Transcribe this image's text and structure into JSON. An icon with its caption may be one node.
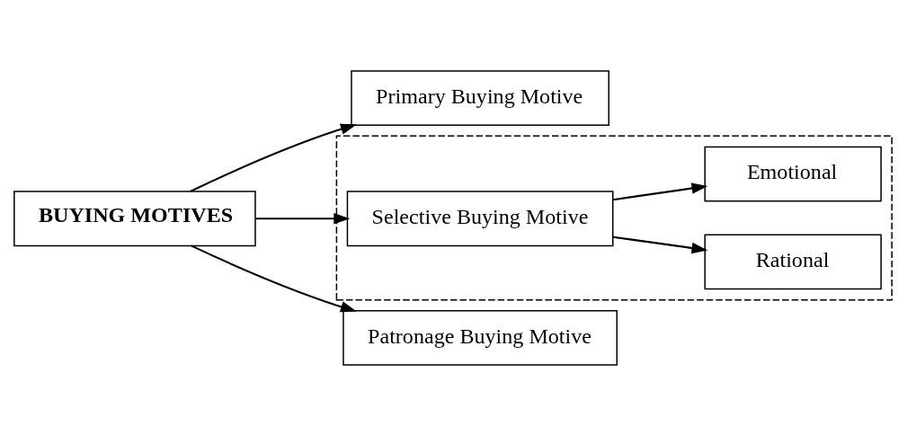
{
  "diagram": {
    "nodes": [
      {
        "text": [
          "BUYING MOTIVES"
        ]
      },
      {
        "text": [
          "Primary Buying Motive"
        ]
      },
      {
        "text": [],
        "shape": "box"
      },
      {
        "text": [
          "Selective Buying Motive"
        ],
        "in": 2
      },
      {
        "text": [
          "Rational"
        ],
        "in": 2
      },
      {
        "text": [
          "Emotional"
        ],
        "in": 2
      },
      {
        "text": [
          "Patronage Buying Motive"
        ]
      }
    ],
    "edges": [
      {
        "from": 0,
        "to": 1,
        "arrow": "to"
      },
      {
        "from": 0,
        "to": 3,
        "arrow": "to"
      },
      {
        "from": 0,
        "to": 6,
        "arrow": "to"
      },
      {
        "from": 3,
        "to": 4,
        "arrow": "to"
      },
      {
        "from": 3,
        "to": 5,
        "arrow": "to"
      }
    ]
  }
}
